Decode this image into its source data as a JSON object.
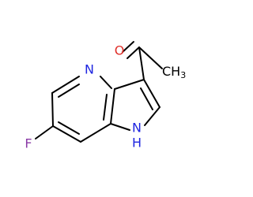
{
  "atoms": {
    "pyridine_n": {
      "label": "N",
      "color": "#1e25e0"
    },
    "pyrrole_n": {
      "label": "N",
      "color": "#1e25e0"
    },
    "pyrrole_h": {
      "label": "H",
      "color": "#1e25e0"
    },
    "fluorine": {
      "label": "F",
      "color": "#8a3aa6"
    },
    "oxygen": {
      "label": "O",
      "color": "#e0302a"
    },
    "methyl": {
      "label": "CH",
      "subscript": "3",
      "color": "#000000"
    }
  },
  "colors": {
    "bond": "#000000",
    "background": "#ffffff"
  }
}
